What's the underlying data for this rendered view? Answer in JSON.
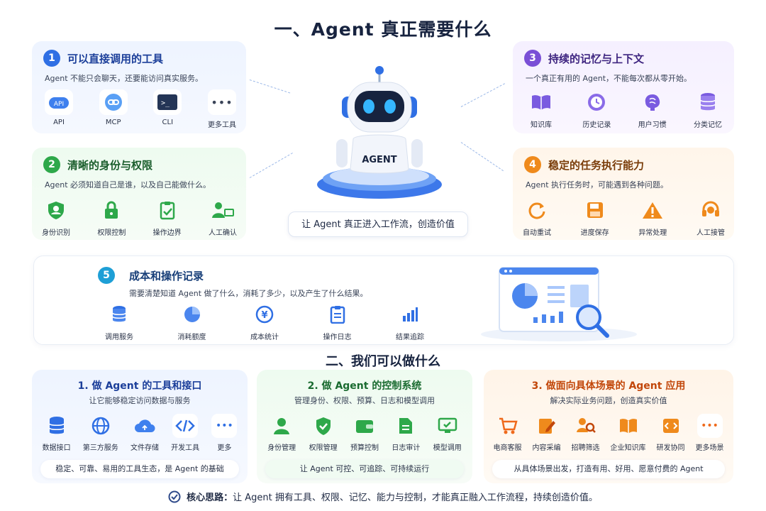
{
  "title": "一、Agent 真正需要什么",
  "section2_title": "二、我们可以做什么",
  "robot_label": "AGENT",
  "center_caption": "让 Agent 真正进入工作流，创造价值",
  "cards": [
    {
      "num": "1",
      "title": "可以直接调用的工具",
      "sub": "Agent 不能只会聊天，还要能访问真实服务。",
      "items": [
        "API",
        "MCP",
        "CLI",
        "更多工具"
      ],
      "color": "#2f6fe4"
    },
    {
      "num": "2",
      "title": "清晰的身份与权限",
      "sub": "Agent 必须知道自己是谁，以及自己能做什么。",
      "items": [
        "身份识别",
        "权限控制",
        "操作边界",
        "人工确认"
      ],
      "color": "#2ea84a"
    },
    {
      "num": "3",
      "title": "持续的记忆与上下文",
      "sub": "一个真正有用的 Agent，不能每次都从零开始。",
      "items": [
        "知识库",
        "历史记录",
        "用户习惯",
        "分类记忆"
      ],
      "color": "#7a4fd6"
    },
    {
      "num": "4",
      "title": "稳定的任务执行能力",
      "sub": "Agent 执行任务时，可能遇到各种问题。",
      "items": [
        "自动重试",
        "进度保存",
        "异常处理",
        "人工接管"
      ],
      "color": "#ef8a1c"
    },
    {
      "num": "5",
      "title": "成本和操作记录",
      "sub": "需要清楚知道 Agent 做了什么，消耗了多少，以及产生了什么结果。",
      "items": [
        "调用服务",
        "消耗额度",
        "成本统计",
        "操作日志",
        "结果追踪"
      ],
      "color": "#1e9fd6"
    }
  ],
  "bottom": [
    {
      "title": "1. 做 Agent 的工具和接口",
      "sub": "让它能够稳定访问数据与服务",
      "items": [
        "数据接口",
        "第三方服务",
        "文件存储",
        "开发工具",
        "更多"
      ],
      "pill": "稳定、可靠、易用的工具生态，是 Agent 的基础",
      "color": "#2f6fe4"
    },
    {
      "title": "2. 做 Agent 的控制系统",
      "sub": "管理身份、权限、预算、日志和模型调用",
      "items": [
        "身份管理",
        "权限管理",
        "预算控制",
        "日志审计",
        "模型调用"
      ],
      "pill": "让 Agent 可控、可追踪、可持续运行",
      "color": "#2ea84a"
    },
    {
      "title": "3. 做面向具体场景的 Agent 应用",
      "sub": "解决实际业务问题，创造真实价值",
      "items": [
        "电商客服",
        "内容采编",
        "招聘筛选",
        "企业知识库",
        "研发协同",
        "更多场景"
      ],
      "pill": "从具体场景出发，打造有用、好用、愿意付费的 Agent",
      "color": "#ef6a1c"
    }
  ],
  "footer": {
    "strong": "核心思路：",
    "text": "让 Agent 拥有工具、权限、记忆、能力与控制，才能真正融入工作流程，持续创造价值。"
  }
}
